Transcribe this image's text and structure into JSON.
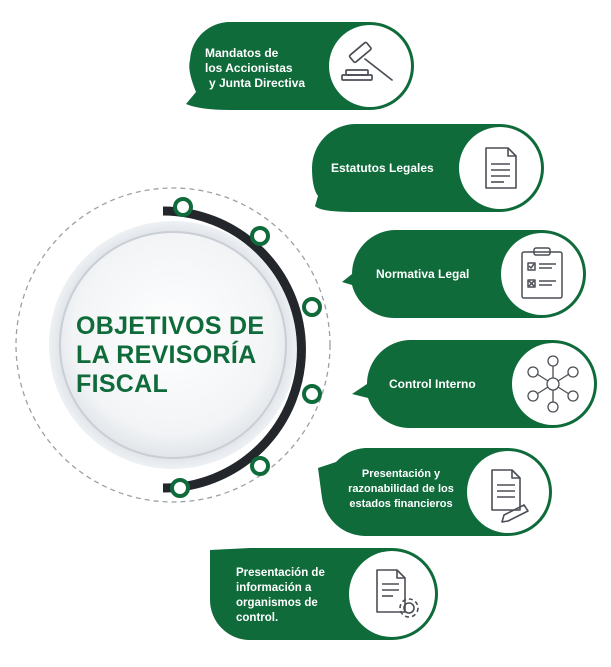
{
  "title": {
    "lines": [
      "OBJETIVOS DE",
      "LA REVISORÍA",
      "FISCAL"
    ]
  },
  "colors": {
    "green": "#0f6b3a",
    "arc": "#23262b",
    "ring": "#bfc6cd",
    "dash": "#9aa1a8"
  },
  "items": [
    {
      "lines": [
        "Mandatos de",
        "los Accionistas",
        "y Junta Directiva"
      ],
      "icon": "gavel-icon"
    },
    {
      "lines": [
        "Estatutos Legales"
      ],
      "icon": "document-icon"
    },
    {
      "lines": [
        "Normativa Legal"
      ],
      "icon": "clipboard-checklist-icon"
    },
    {
      "lines": [
        "Control Interno"
      ],
      "icon": "network-people-icon"
    },
    {
      "lines": [
        "Presentación y",
        "razonabilidad de los",
        "estados financieros"
      ],
      "icon": "document-pencil-icon"
    },
    {
      "lines": [
        "Presentación de",
        "información a",
        "organismos de",
        "control."
      ],
      "icon": "document-gear-icon"
    }
  ]
}
